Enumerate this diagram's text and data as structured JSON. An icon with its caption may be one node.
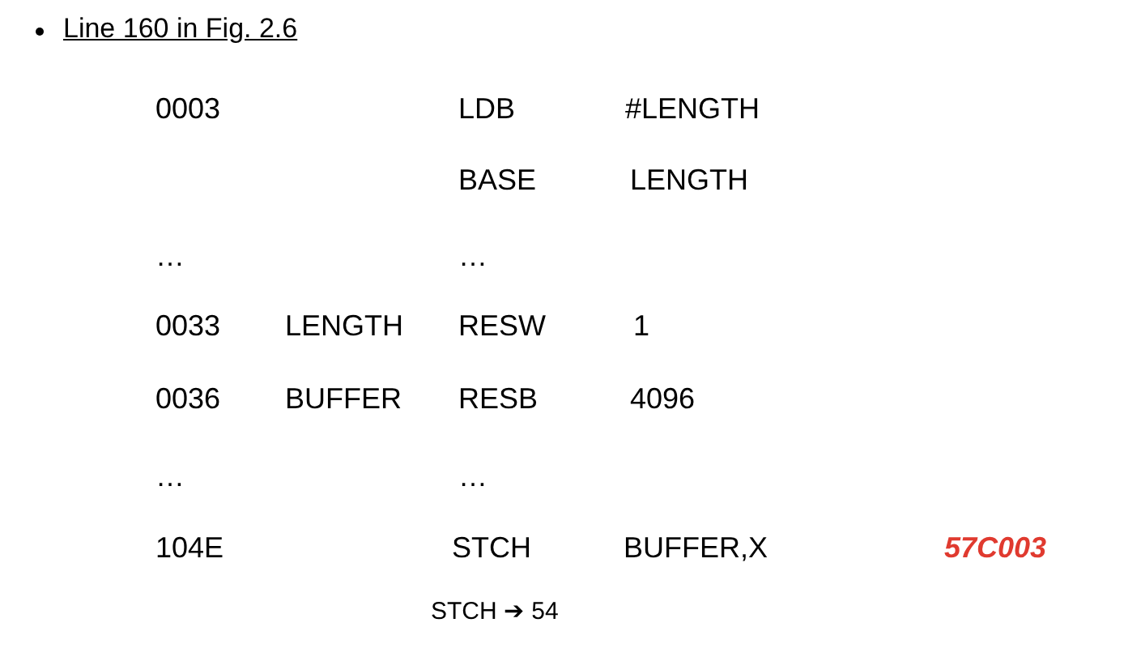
{
  "diagram": {
    "title": "Line 160 in Fig. 2.6",
    "labels": [
      "0003",
      "LDB",
      "#LENGTH",
      "BASE",
      "LENGTH",
      "…",
      "…",
      "0033",
      "LENGTH",
      "RESW",
      "1",
      "0036",
      "BUFFER",
      "RESB",
      "4096",
      "…",
      "…",
      "104E",
      "STCH",
      "BUFFER,X",
      "57C003",
      "STCH ➔ 54"
    ]
  }
}
